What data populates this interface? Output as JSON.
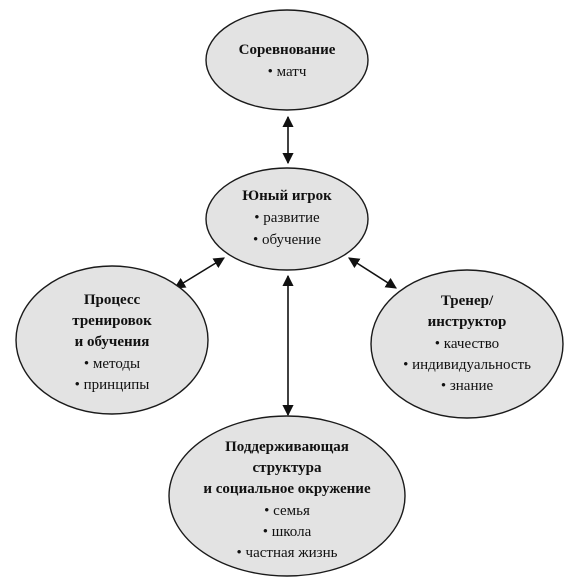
{
  "nodes": {
    "competition": {
      "title_lines": [
        "Соревнование"
      ],
      "items": [
        "• матч"
      ]
    },
    "young_player": {
      "title_lines": [
        "Юный игрок"
      ],
      "items": [
        "• развитие",
        "• обучение"
      ]
    },
    "training_process": {
      "title_lines": [
        "Процесс",
        "тренировок",
        "и обучения"
      ],
      "items": [
        "• методы",
        "• принципы"
      ]
    },
    "coach": {
      "title_lines": [
        "Тренер/",
        "инструктор"
      ],
      "items": [
        "• качество",
        "• индивидуальность",
        "• знание"
      ]
    },
    "support": {
      "title_lines": [
        "Поддерживающая",
        "структура",
        "и социальное окружение"
      ],
      "items": [
        "• семья",
        "• школа",
        "• частная жизнь"
      ]
    }
  },
  "colors": {
    "node_fill": "#e3e3e3",
    "node_stroke": "#1a1a1a",
    "arrow": "#111111"
  }
}
